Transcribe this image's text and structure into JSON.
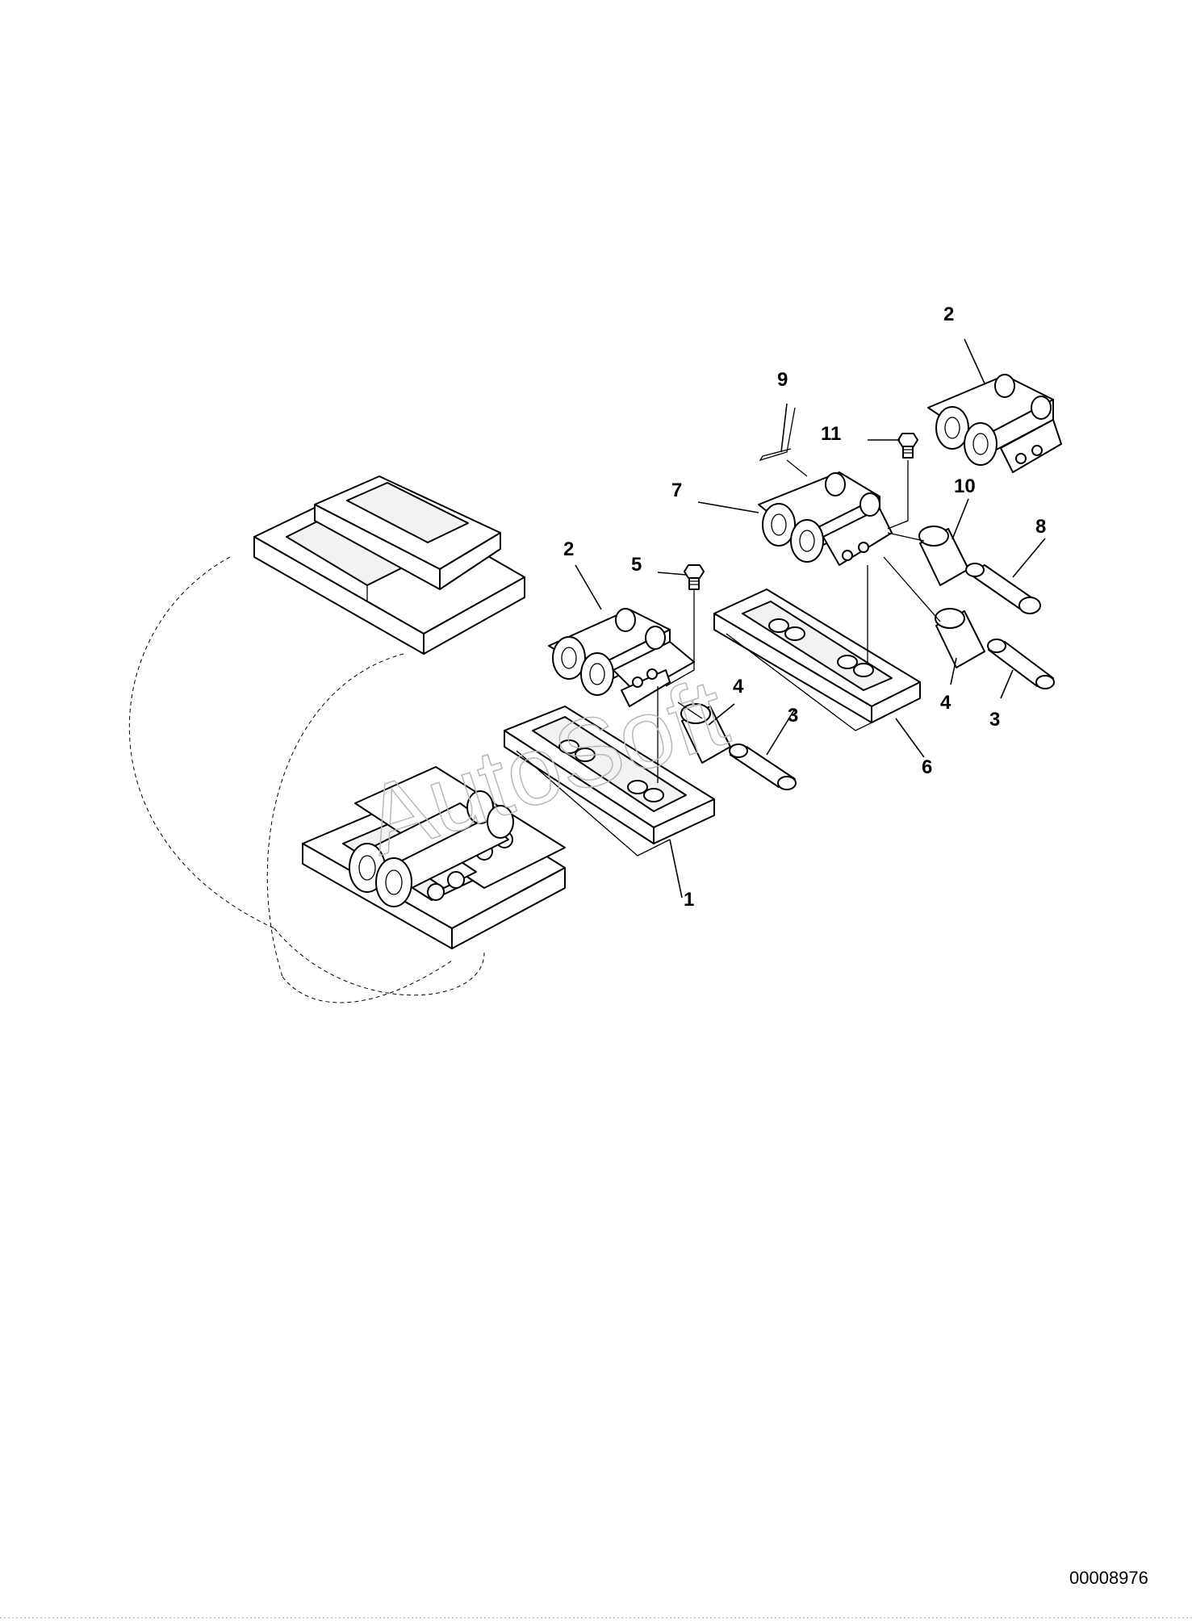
{
  "document": {
    "number": "00008976",
    "watermark": "AutoSoft"
  },
  "callouts": {
    "c1": "1",
    "c2a": "2",
    "c2b": "2",
    "c3a": "3",
    "c3b": "3",
    "c4a": "4",
    "c4b": "4",
    "c5": "5",
    "c6": "6",
    "c7": "7",
    "c8": "8",
    "c9": "9",
    "c10": "10",
    "c11": "11"
  }
}
